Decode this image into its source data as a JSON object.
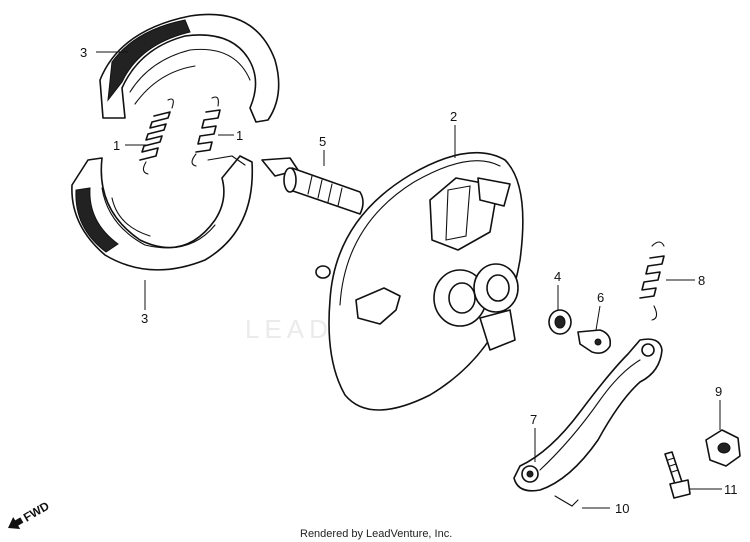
{
  "watermark": "LEADVENTURE",
  "footer": "Rendered by LeadVenture, Inc.",
  "fwd_label": "FWD",
  "callouts": {
    "spring_upper_left": "1",
    "spring_upper_right": "1",
    "panel": "2",
    "shoe_upper": "3",
    "shoe_lower": "3",
    "seal": "4",
    "cam": "5",
    "indicator_plate": "6",
    "torque_link": "7",
    "return_spring": "8",
    "nut": "9",
    "cotter_pin": "10",
    "bolt": "11"
  }
}
